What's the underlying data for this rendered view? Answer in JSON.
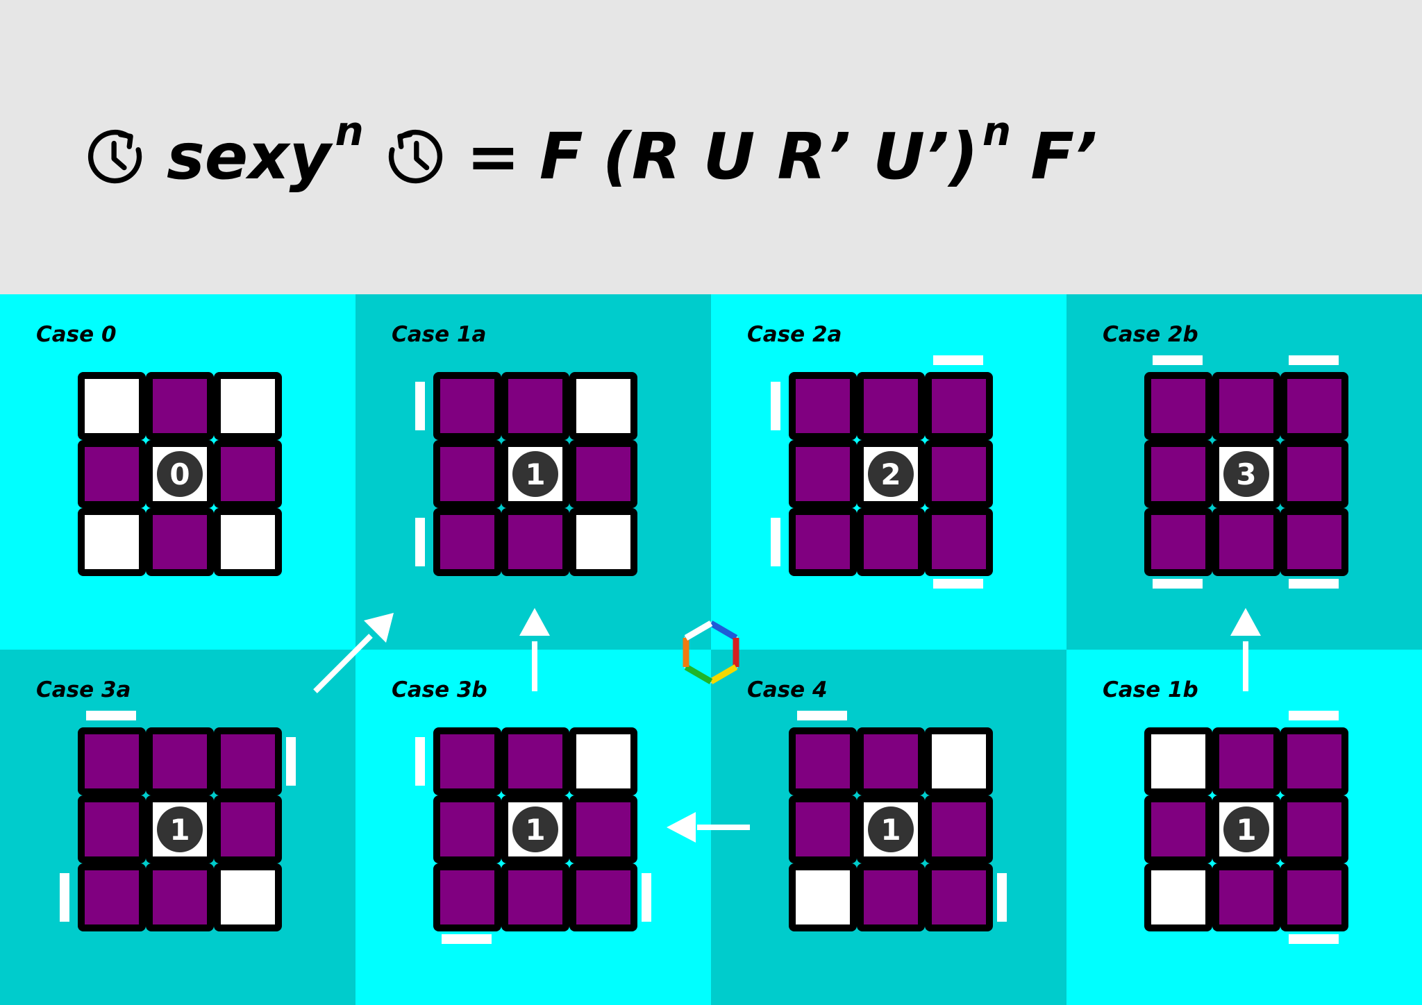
{
  "formula": {
    "word": "sexy",
    "exponent": "n",
    "equals": "=",
    "front": "F",
    "open_paren": "(",
    "moves": "R U R’ U’",
    "close_paren": ")",
    "exponent2": "n",
    "end": "F’",
    "icons": [
      "clockwise-clock-icon",
      "counterclockwise-clock-icon"
    ]
  },
  "colors": {
    "purple": "#800080",
    "white": "#ffffff",
    "cyan_light": "#00ffff",
    "cyan_dark": "#00cccc",
    "badge": "#333333",
    "header": "#e6e6e6"
  },
  "cases": [
    {
      "title": "Case 0",
      "badge": "0",
      "tone": "light",
      "tiles": [
        "W",
        "P",
        "W",
        "P",
        "C",
        "P",
        "W",
        "P",
        "W"
      ],
      "bars": []
    },
    {
      "title": "Case 1a",
      "badge": "1",
      "tone": "dark",
      "tiles": [
        "P",
        "P",
        "W",
        "P",
        "C",
        "P",
        "P",
        "P",
        "W"
      ],
      "bars": [
        {
          "side": "left",
          "slot": 0
        },
        {
          "side": "left",
          "slot": 2
        }
      ]
    },
    {
      "title": "Case 2a",
      "badge": "2",
      "tone": "light",
      "tiles": [
        "P",
        "P",
        "P",
        "P",
        "C",
        "P",
        "P",
        "P",
        "P"
      ],
      "bars": [
        {
          "side": "left",
          "slot": 0
        },
        {
          "side": "left",
          "slot": 2
        },
        {
          "side": "top",
          "slot": 2
        },
        {
          "side": "bottom",
          "slot": 2
        }
      ]
    },
    {
      "title": "Case 2b",
      "badge": "3",
      "tone": "dark",
      "tiles": [
        "P",
        "P",
        "P",
        "P",
        "C",
        "P",
        "P",
        "P",
        "P"
      ],
      "bars": [
        {
          "side": "top",
          "slot": 0
        },
        {
          "side": "top",
          "slot": 2
        },
        {
          "side": "bottom",
          "slot": 0
        },
        {
          "side": "bottom",
          "slot": 2
        }
      ]
    },
    {
      "title": "Case 3a",
      "badge": "1",
      "tone": "dark",
      "tiles": [
        "P",
        "P",
        "P",
        "P",
        "C",
        "P",
        "P",
        "P",
        "W"
      ],
      "bars": [
        {
          "side": "top",
          "slot": 0
        },
        {
          "side": "right",
          "slot": 0
        },
        {
          "side": "left",
          "slot": 2
        }
      ]
    },
    {
      "title": "Case 3b",
      "badge": "1",
      "tone": "light",
      "tiles": [
        "P",
        "P",
        "W",
        "P",
        "C",
        "P",
        "P",
        "P",
        "P"
      ],
      "bars": [
        {
          "side": "left",
          "slot": 0
        },
        {
          "side": "right",
          "slot": 2
        },
        {
          "side": "bottom",
          "slot": 0
        }
      ]
    },
    {
      "title": "Case 4",
      "badge": "1",
      "tone": "dark",
      "tiles": [
        "P",
        "P",
        "W",
        "P",
        "C",
        "P",
        "W",
        "P",
        "P"
      ],
      "bars": [
        {
          "side": "top",
          "slot": 0
        },
        {
          "side": "right",
          "slot": 2
        }
      ]
    },
    {
      "title": "Case 1b",
      "badge": "1",
      "tone": "light",
      "tiles": [
        "W",
        "P",
        "P",
        "P",
        "C",
        "P",
        "W",
        "P",
        "P"
      ],
      "bars": [
        {
          "side": "top",
          "slot": 2
        },
        {
          "side": "bottom",
          "slot": 2
        }
      ]
    }
  ],
  "transitions": [
    {
      "from": "Case 3a",
      "to": "Case 1a"
    },
    {
      "from": "Case 3b",
      "to": "Case 1a"
    },
    {
      "from": "Case 4",
      "to": "Case 3b"
    },
    {
      "from": "Case 1b",
      "to": "Case 2b"
    }
  ]
}
